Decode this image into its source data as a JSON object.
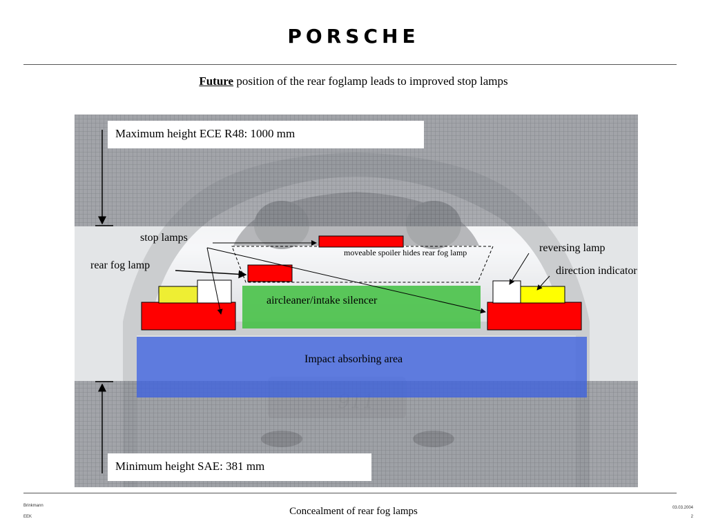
{
  "header": {
    "brand_logo": "PORSCHE"
  },
  "title": {
    "highlight": "Future",
    "rest": "position of the rear foglamp leads to improved stop lamps"
  },
  "diagram": {
    "max_height_label": "Maximum height ECE R48: 1000 mm",
    "min_height_label": "Minimum height SAE: 381 mm",
    "stop_lamps": "stop lamps",
    "rear_fog_lamp": "rear fog lamp",
    "spoiler_note": "moveable spoiler hides rear fog lamp",
    "reversing_lamp": "reversing lamp",
    "direction_indicator": "direction indicator",
    "aircleaner": "aircleaner/intake silencer",
    "impact_area": "Impact absorbing area",
    "plate_text": "911"
  },
  "colors": {
    "lamp_red": "#ff0000",
    "indicator_yellow": "#ffff00",
    "aircleaner_green": "#3fbf3f",
    "impact_blue": "#3f63dd",
    "hatch_grey": "#8e9095"
  },
  "footer": {
    "author": "Brinkmann",
    "dept": "EEK",
    "center": "Concealment of rear fog lamps",
    "date": "03.03.2004",
    "page": "2"
  }
}
